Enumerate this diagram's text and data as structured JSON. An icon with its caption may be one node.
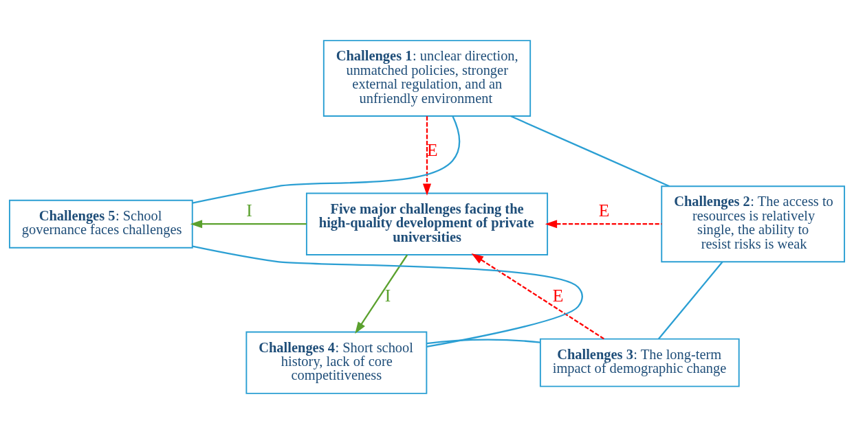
{
  "diagram": {
    "nodes": [
      {
        "text": [
          "**Challenges 1**: unclear direction, unmatched policies, stronger external regulation, and an unfriendly environment"
        ]
      },
      {
        "text": [
          "Five major challenges facing the high-quality development of private universities"
        ]
      },
      {
        "text": [
          "**Challenges 2**: The access to resources is relatively single, the ability to resist risks is weak"
        ]
      },
      {
        "text": [
          "**Challenges 3**: The long-term impact of demographic change"
        ]
      },
      {
        "text": [
          "**Challenges 4**: Short school history, lack of core competitiveness"
        ]
      },
      {
        "text": [
          "**Challenges 5**: School governance faces challenges"
        ]
      }
    ],
    "edges": [
      {
        "from": 0,
        "to": 1,
        "arrow": "to",
        "label": "E",
        "style": "dashed",
        "color": "#ff0000"
      },
      {
        "from": 2,
        "to": 1,
        "arrow": "to",
        "label": "E",
        "style": "dashed",
        "color": "#ff0000"
      },
      {
        "from": 3,
        "to": 1,
        "arrow": "to",
        "label": "E",
        "style": "dashed",
        "color": "#ff0000"
      },
      {
        "from": 1,
        "to": 5,
        "arrow": "to",
        "label": "I",
        "color": "#5ba12e"
      },
      {
        "from": 1,
        "to": 4,
        "arrow": "to",
        "label": "I",
        "color": "#5ba12e"
      },
      {
        "from": 0,
        "to": 2,
        "arrow": "none"
      },
      {
        "from": 2,
        "to": 3,
        "arrow": "none"
      },
      {
        "from": 3,
        "to": 4,
        "arrow": "none"
      },
      {
        "from": 4,
        "to": 5,
        "arrow": "none"
      },
      {
        "from": 5,
        "to": 0,
        "arrow": "none"
      }
    ]
  }
}
